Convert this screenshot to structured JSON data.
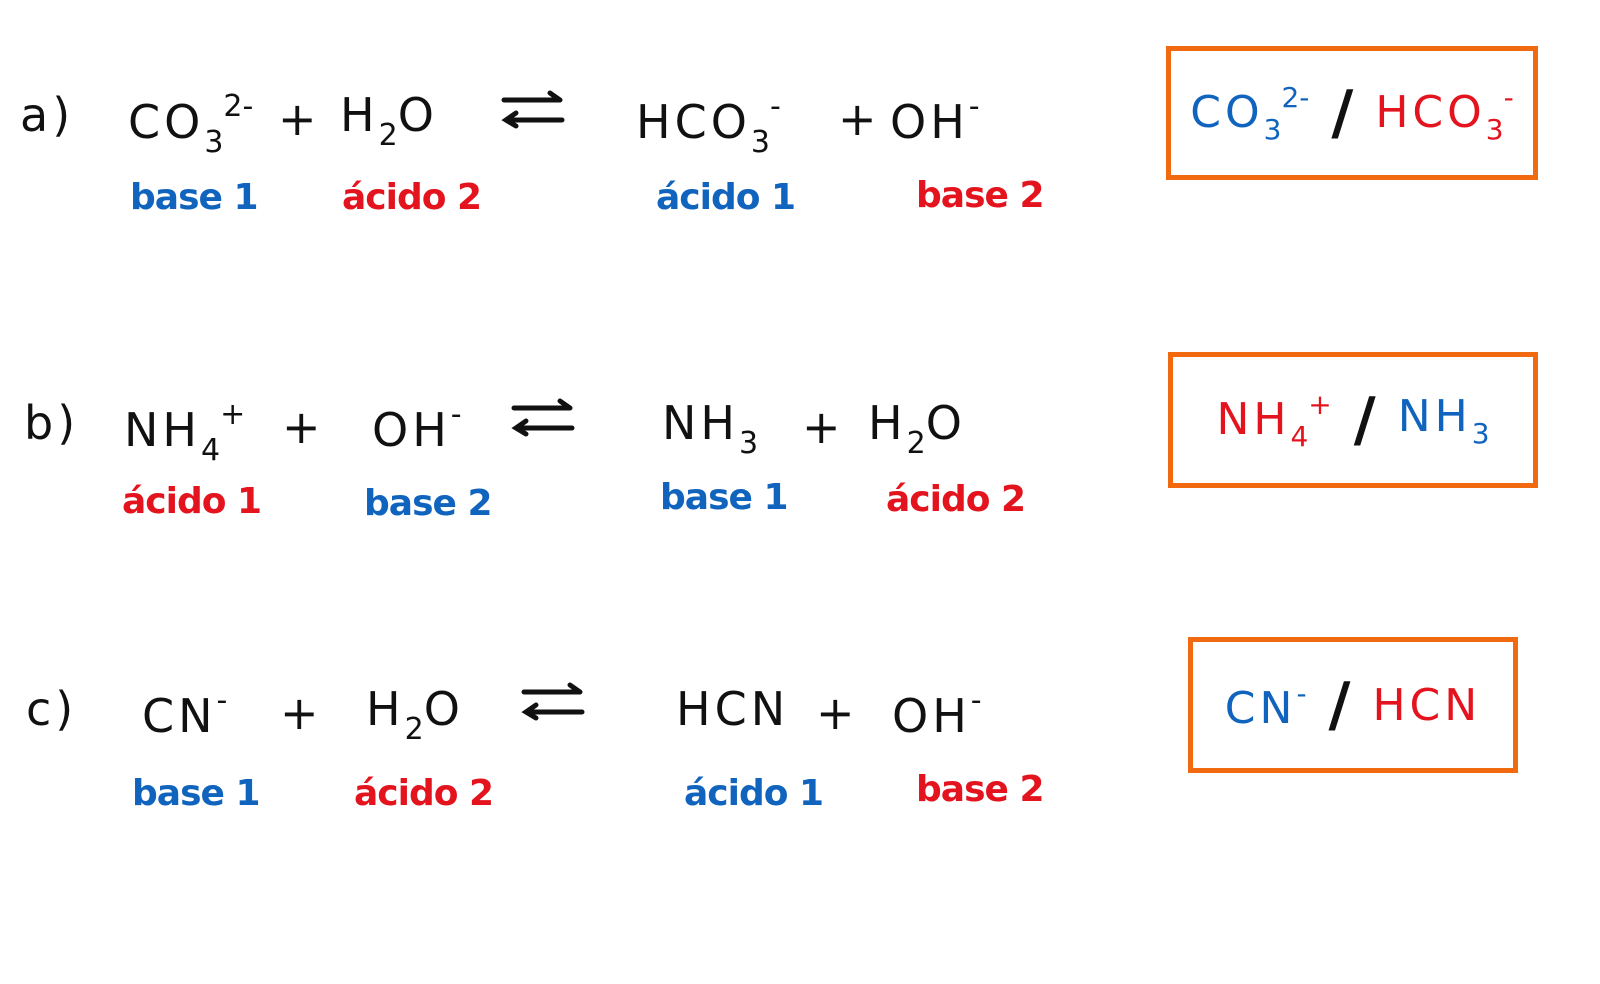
{
  "colors": {
    "acid_base_blue": "#1164bd",
    "acid_base_red": "#e3141e",
    "box_orange": "#f26a10",
    "ink": "#111111"
  },
  "equations": [
    {
      "letter": "a)",
      "reactant1": {
        "main": "CO",
        "sub": "3",
        "sup": "2-"
      },
      "plus1": "+",
      "reactant2": {
        "main": "H",
        "sub": "2",
        "tail": "O"
      },
      "arrow": "equilibrium-arrow",
      "product1": {
        "main": "HCO",
        "sub": "3",
        "sup": "-"
      },
      "plus2": "+",
      "product2": {
        "main": "OH",
        "sup": "-"
      },
      "labels": [
        "base 1",
        "ácido 2",
        "ácido 1",
        "base 2"
      ],
      "pair": {
        "left": {
          "main": "CO",
          "sub": "3",
          "sup": "2-"
        },
        "slash": "/",
        "right": {
          "main": "HCO",
          "sub": "3",
          "sup": "-"
        }
      }
    },
    {
      "letter": "b)",
      "reactant1": {
        "main": "NH",
        "sub": "4",
        "sup": "+"
      },
      "plus1": "+",
      "reactant2": {
        "main": "OH",
        "sup": "-"
      },
      "arrow": "equilibrium-arrow",
      "product1": {
        "main": "NH",
        "sub": "3"
      },
      "plus2": "+",
      "product2": {
        "main": "H",
        "sub": "2",
        "tail": "O"
      },
      "labels": [
        "ácido 1",
        "base 2",
        "base 1",
        "ácido 2"
      ],
      "pair": {
        "left": {
          "main": "NH",
          "sub": "4",
          "sup": "+"
        },
        "slash": "/",
        "right": {
          "main": "NH",
          "sub": "3"
        }
      }
    },
    {
      "letter": "c)",
      "reactant1": {
        "main": "CN",
        "sup": "-"
      },
      "plus1": "+",
      "reactant2": {
        "main": "H",
        "sub": "2",
        "tail": "O"
      },
      "arrow": "equilibrium-arrow",
      "product1": {
        "main": "HCN"
      },
      "plus2": "+",
      "product2": {
        "main": "OH",
        "sup": "-"
      },
      "labels": [
        "base 1",
        "ácido 2",
        "ácido 1",
        "base 2"
      ],
      "pair": {
        "left": {
          "main": "CN",
          "sup": "-"
        },
        "slash": "/",
        "right": {
          "main": "HCN"
        }
      }
    }
  ]
}
